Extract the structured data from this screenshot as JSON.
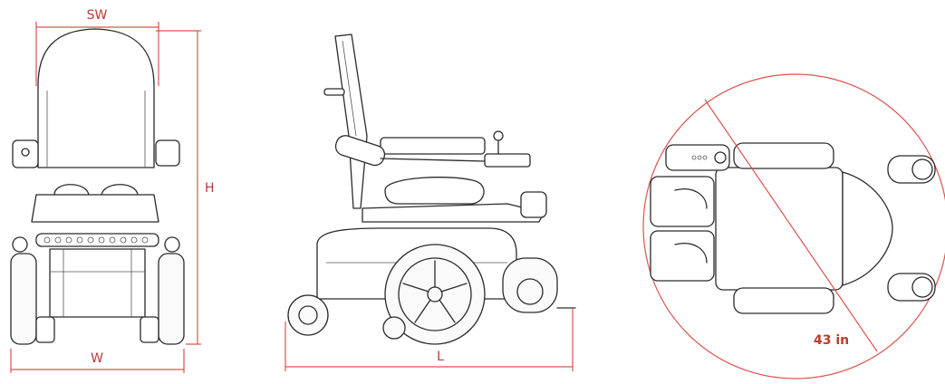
{
  "labels": {
    "seat_width": "SW",
    "overall_width": "W",
    "height": "H",
    "length": "L",
    "turning_diameter": "43 in"
  },
  "colors": {
    "dimension_line": "#d9534f",
    "dimension_text": "#b73a3a",
    "drawing_stroke": "#2a2a2a"
  }
}
